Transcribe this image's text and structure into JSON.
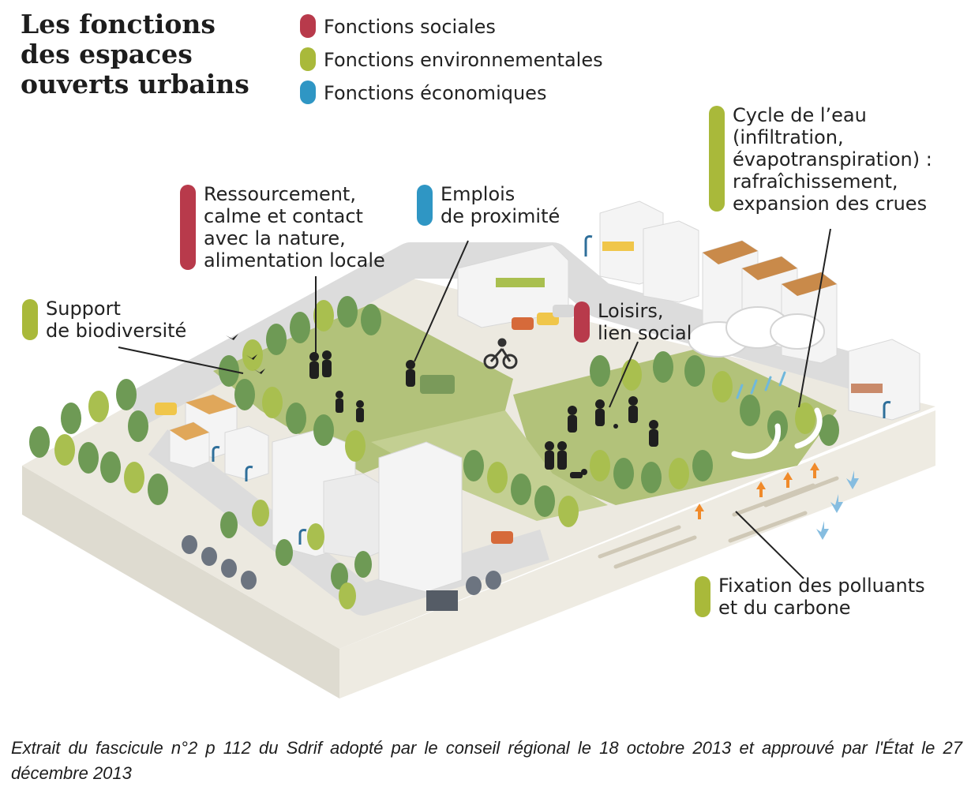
{
  "colors": {
    "social": "#b83a4b",
    "environmental": "#a9b93a",
    "economic": "#2f96c4",
    "grass": "#b2c27a",
    "tree_dark": "#6e9a55",
    "tree_light": "#a9bf4f",
    "ground": "#ece9e0",
    "road": "#dcdcdc",
    "building": "#f4f4f4"
  },
  "title": [
    "Les fonctions",
    "des espaces",
    "ouverts urbains"
  ],
  "legend": [
    {
      "label": "Fonctions sociales",
      "category": "social"
    },
    {
      "label": "Fonctions environnementales",
      "category": "environmental"
    },
    {
      "label": "Fonctions économiques",
      "category": "economic"
    }
  ],
  "callouts": {
    "ressourcement": {
      "lines": [
        "Ressourcement,",
        "calme et contact",
        "avec la nature,",
        "alimentation locale"
      ],
      "category": "social"
    },
    "emplois": {
      "lines": [
        "Emplois",
        "de proximité"
      ],
      "category": "economic"
    },
    "biodiversite": {
      "lines": [
        "Support",
        "de biodiversité"
      ],
      "category": "environmental"
    },
    "loisirs": {
      "lines": [
        "Loisirs,",
        "lien social"
      ],
      "category": "social"
    },
    "cycle_eau": {
      "lines": [
        "Cycle de l’eau",
        "(infiltration,",
        "évapotranspiration) :",
        "rafraîchissement,",
        "expansion des crues"
      ],
      "category": "environmental"
    },
    "fixation": {
      "lines": [
        "Fixation des polluants",
        "et du carbone"
      ],
      "category": "environmental"
    }
  },
  "icons": [
    "tree-icon",
    "building-icon",
    "car-icon",
    "cyclist-icon",
    "person-icon",
    "dog-icon",
    "bird-icon",
    "cloud-icon",
    "water-drop-icon",
    "arrow-up-icon",
    "arrow-down-icon",
    "streetlamp-icon"
  ],
  "caption": "Extrait du fascicule n°2 p 112 du Sdrif adopté par le conseil régional le 18 octobre 2013 et approuvé par l'État le 27 décembre 2013"
}
